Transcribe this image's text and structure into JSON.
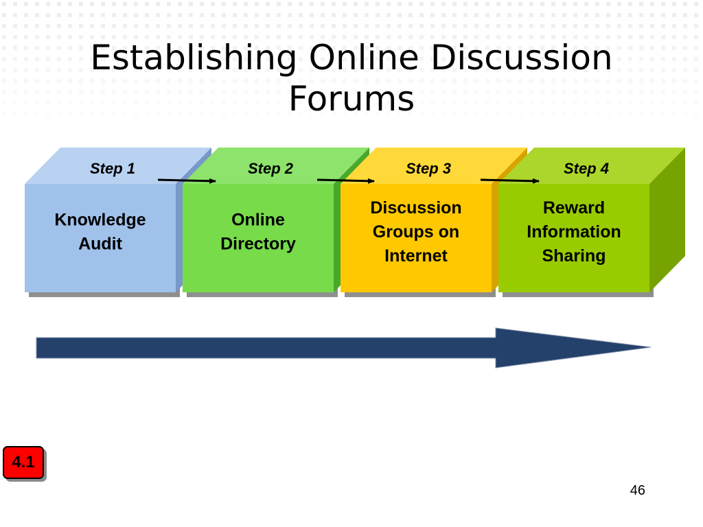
{
  "title": {
    "line1": "Establishing Online Discussion",
    "line2": "Forums"
  },
  "steps": [
    {
      "label": "Step 1",
      "lines": [
        "Knowledge",
        "Audit"
      ],
      "front_color": "#a0c1ea",
      "top_color": "#b9d2f2",
      "side_color": "#7898c8"
    },
    {
      "label": "Step 2",
      "lines": [
        "Online",
        "Directory"
      ],
      "front_color": "#77db4a",
      "top_color": "#8de36b",
      "side_color": "#48a82a"
    },
    {
      "label": "Step 3",
      "lines": [
        "Discussion",
        "Groups on",
        "Internet"
      ],
      "front_color": "#ffc800",
      "top_color": "#ffd83a",
      "side_color": "#d6a300"
    },
    {
      "label": "Step 4",
      "lines": [
        "Reward",
        "Information",
        "Sharing"
      ],
      "front_color": "#99cc00",
      "top_color": "#add62c",
      "side_color": "#76a300"
    }
  ],
  "colors": {
    "big_arrow": "#23416b",
    "badge": "#ff0000"
  },
  "badge_text": "4.1",
  "page_number": "46"
}
